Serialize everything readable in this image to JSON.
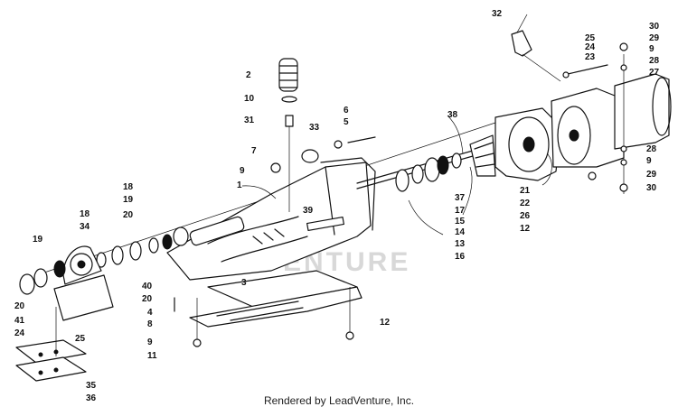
{
  "diagram": {
    "watermark": "VENTURE",
    "footer": "Rendered by LeadVenture, Inc.",
    "callouts": {
      "c1": "1",
      "c2": "2",
      "c3": "3",
      "c4": "4",
      "c5": "5",
      "c6": "6",
      "c7": "7",
      "c8": "8",
      "c9a": "9",
      "c9b": "9",
      "c9c": "9",
      "c9d": "9",
      "c10": "10",
      "c11": "11",
      "c12a": "12",
      "c12b": "12",
      "c13": "13",
      "c14": "14",
      "c15": "15",
      "c16": "16",
      "c17": "17",
      "c18a": "18",
      "c18b": "18",
      "c19a": "19",
      "c19b": "19",
      "c20a": "20",
      "c20b": "20",
      "c20c": "20",
      "c21": "21",
      "c22": "22",
      "c23": "23",
      "c24a": "24",
      "c24b": "24",
      "c25a": "25",
      "c25b": "25",
      "c26": "26",
      "c27": "27",
      "c28a": "28",
      "c28b": "28",
      "c29a": "29",
      "c29b": "29",
      "c30a": "30",
      "c30b": "30",
      "c31": "31",
      "c32": "32",
      "c33": "33",
      "c34": "34",
      "c35": "35",
      "c36": "36",
      "c37": "37",
      "c38": "38",
      "c39": "39",
      "c40": "40",
      "c41": "41"
    }
  }
}
